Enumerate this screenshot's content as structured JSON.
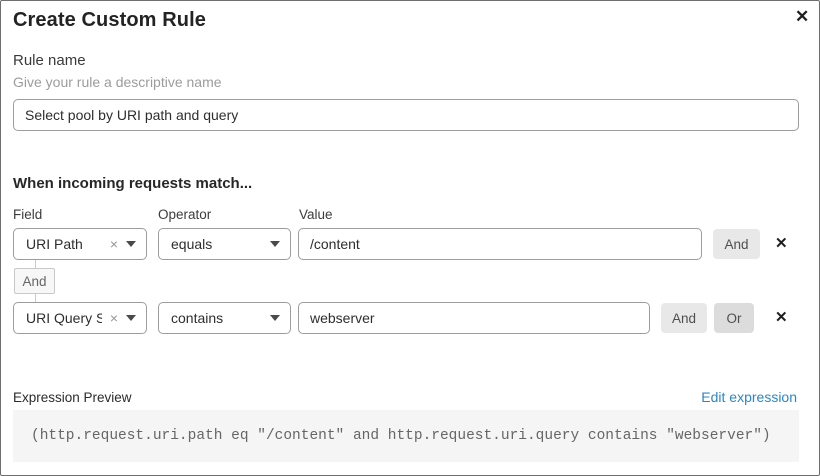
{
  "dialog": {
    "title": "Create Custom Rule"
  },
  "icons": {
    "close": "✕",
    "clear": "×",
    "delete": "✕"
  },
  "rule_name": {
    "label": "Rule name",
    "helper": "Give your rule a descriptive name",
    "value": "Select pool by URI path and query"
  },
  "match": {
    "heading": "When incoming requests match...",
    "columns": {
      "field": "Field",
      "operator": "Operator",
      "value": "Value"
    },
    "rows": [
      {
        "field": "URI Path",
        "operator": "equals",
        "value": "/content",
        "and_label": "And"
      },
      {
        "field": "URI Query St...",
        "operator": "contains",
        "value": "webserver",
        "and_label": "And",
        "or_label": "Or"
      }
    ],
    "joiner_label": "And"
  },
  "expression": {
    "label": "Expression Preview",
    "edit_link_label": "Edit expression",
    "code": "(http.request.uri.path eq \"/content\" and http.request.uri.query contains \"webserver\")"
  },
  "colors": {
    "link_blue": "#2e86c1",
    "connector_button_bg": "#e8e8e8",
    "input_border": "#9d9d9d",
    "code_bg": "#f5f5f5"
  }
}
